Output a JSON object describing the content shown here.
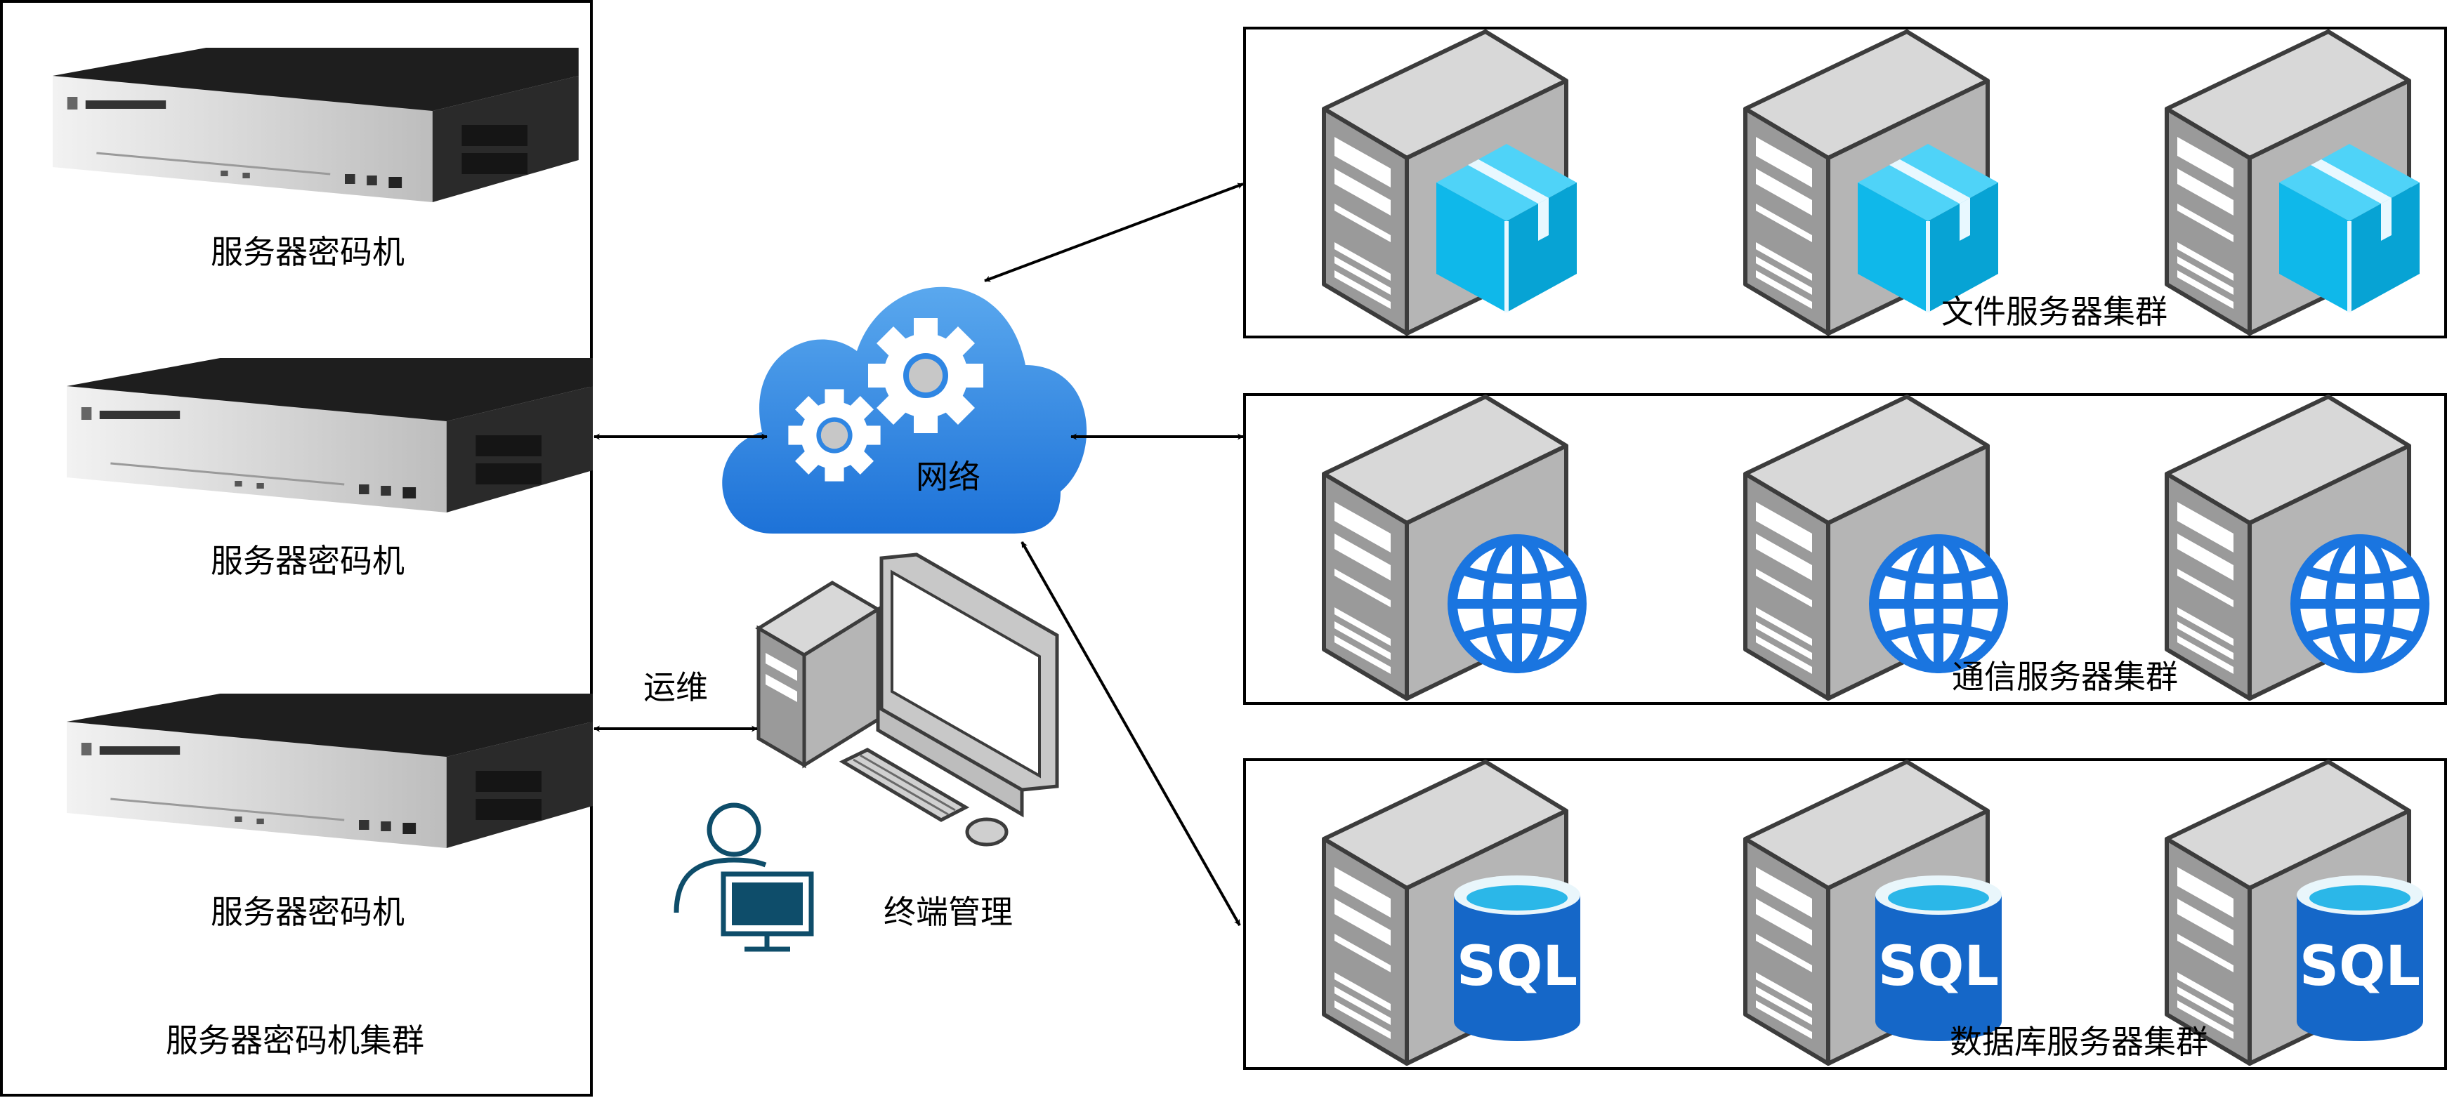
{
  "left_panel": {
    "devices": [
      {
        "label": "服务器密码机"
      },
      {
        "label": "服务器密码机"
      },
      {
        "label": "服务器密码机"
      }
    ],
    "group_label": "服务器密码机集群"
  },
  "network": {
    "label": "网络"
  },
  "terminal": {
    "label": "终端管理",
    "link_label": "运维"
  },
  "clusters": [
    {
      "label": "文件服务器集群",
      "icon": "package-icon"
    },
    {
      "label": "通信服务器集群",
      "icon": "globe-icon"
    },
    {
      "label": "数据库服务器集群",
      "icon": "sql-database-icon",
      "badge": "SQL"
    }
  ],
  "colors": {
    "cloud": "#2f86e3",
    "package": "#10c0f0",
    "globe": "#1a75e0",
    "sql": "#1567c8",
    "terminal_user": "#0e4d6a"
  }
}
